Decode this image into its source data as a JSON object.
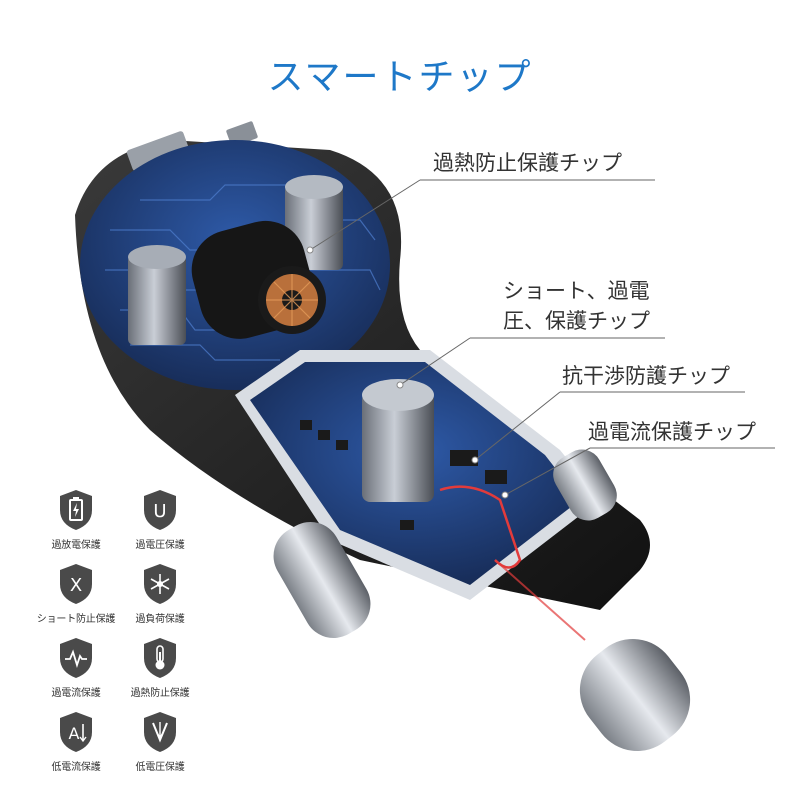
{
  "title": "スマートチップ",
  "callouts": {
    "overheat": "過熱防止保護チップ",
    "short_line1": "ショート、過電",
    "short_line2": "圧、保護チップ",
    "interference": "抗干渉防護チップ",
    "overcurrent": "過電流保護チップ"
  },
  "protections": [
    {
      "label": "過放電保護",
      "icon": "battery-icon"
    },
    {
      "label": "過電圧保護",
      "icon": "letter-u-icon"
    },
    {
      "label": "ショート防止保護",
      "icon": "letter-x-icon"
    },
    {
      "label": "過負荷保護",
      "icon": "snowflake-icon"
    },
    {
      "label": "過電流保護",
      "icon": "pulse-icon"
    },
    {
      "label": "過熱防止保護",
      "icon": "thermometer-icon"
    },
    {
      "label": "低電流保護",
      "icon": "letter-a-icon"
    },
    {
      "label": "低電圧保護",
      "icon": "letter-v-icon"
    }
  ],
  "colors": {
    "title": "#1e78c8",
    "shield": "#4a4a4a",
    "pcb": "#1f3d7a",
    "body": "#2a2a2a"
  }
}
